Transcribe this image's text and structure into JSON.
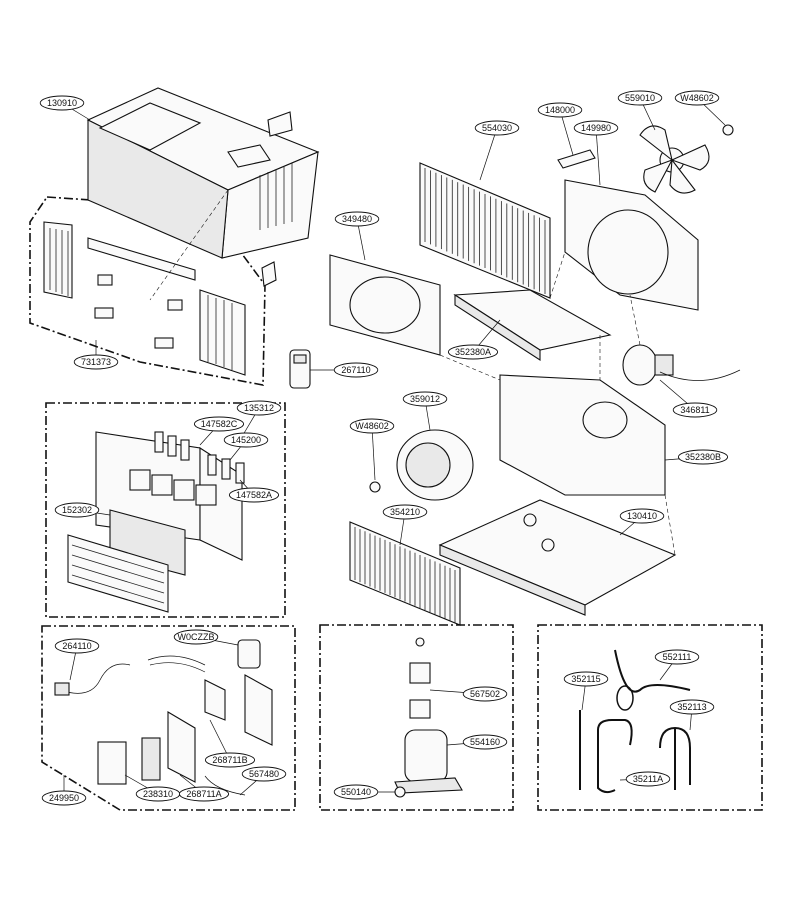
{
  "labels": {
    "l130910": "130910",
    "l731373": "731373",
    "l267110": "267110",
    "l349480": "349480",
    "l554030": "554030",
    "l148000": "148000",
    "l149980": "149980",
    "l559010": "559010",
    "lW48602a": "W48602",
    "l352380A": "352380A",
    "l346811": "346811",
    "l352380B": "352380B",
    "l359012": "359012",
    "lW48602b": "W48602",
    "l135312": "135312",
    "l147582C": "147582C",
    "l145200": "145200",
    "l147582A": "147582A",
    "l152302": "152302",
    "l354210": "354210",
    "l130410": "130410",
    "l264110": "264110",
    "lW0CZZB": "W0CZZB",
    "l268711B": "268711B",
    "l567480": "567480",
    "l238310": "238310",
    "l268711A": "268711A",
    "l249950": "249950",
    "l567502": "567502",
    "l554160": "554160",
    "l550140": "550140",
    "l552111": "552111",
    "l352115": "352115",
    "l352113": "352113",
    "l35211A": "35211A"
  }
}
